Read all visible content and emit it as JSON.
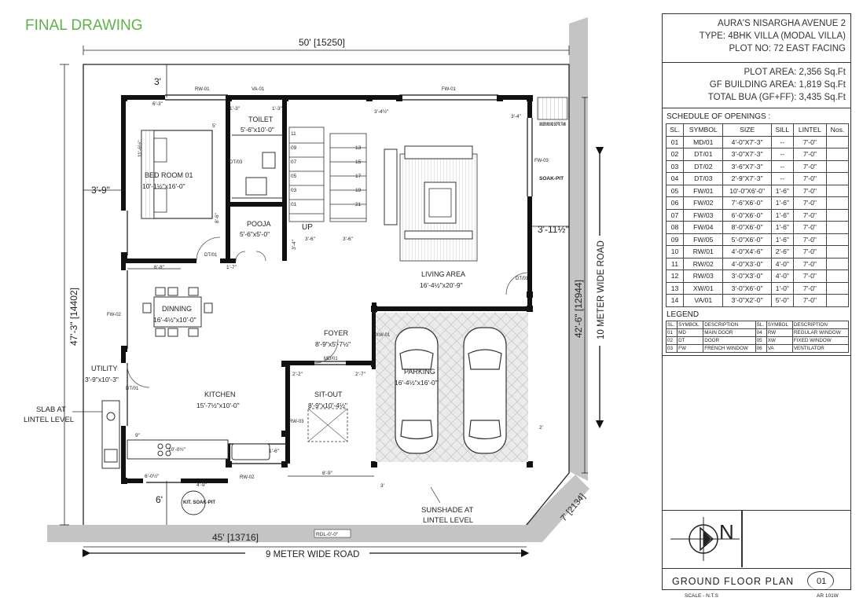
{
  "drawing_status": "FINAL DRAWING",
  "project": {
    "name": "AURA'S NISARGHA AVENUE 2",
    "type": "TYPE: 4BHK VILLA (MODAL VILLA)",
    "plot": "PLOT NO: 72 EAST FACING"
  },
  "areas": {
    "plot_area": "PLOT AREA: 2,356 Sq.Ft",
    "gf_area": "GF BUILDING AREA: 1,819 Sq.Ft",
    "total_bua": "TOTAL BUA (GF+FF): 3,435 Sq.Ft"
  },
  "schedule": {
    "title": "SCHEDULE OF OPENINGS :",
    "headers": [
      "SL.",
      "SYMBOL",
      "SIZE",
      "SILL",
      "LINTEL",
      "Nos."
    ],
    "rows": [
      [
        "01",
        "MD/01",
        "4'-0\"X7'-3\"",
        "--",
        "7'-0\"",
        ""
      ],
      [
        "02",
        "DT/01",
        "3'-0\"X7'-3\"",
        "--",
        "7'-0\"",
        ""
      ],
      [
        "03",
        "DT/02",
        "3'-6\"X7'-3\"",
        "--",
        "7'-0\"",
        ""
      ],
      [
        "04",
        "DT/03",
        "2'-9\"X7'-3\"",
        "--",
        "7'-0\"",
        ""
      ],
      [
        "05",
        "FW/01",
        "10'-0\"X6'-0\"",
        "1'-6\"",
        "7'-0\"",
        ""
      ],
      [
        "06",
        "FW/02",
        "7'-6\"X6'-0\"",
        "1'-6\"",
        "7'-0\"",
        ""
      ],
      [
        "07",
        "FW/03",
        "6'-0\"X6'-0\"",
        "1'-6\"",
        "7'-0\"",
        ""
      ],
      [
        "08",
        "FW/04",
        "8'-0\"X6'-0\"",
        "1'-6\"",
        "7'-0\"",
        ""
      ],
      [
        "09",
        "FW/05",
        "5'-0\"X6'-0\"",
        "1'-6\"",
        "7'-0\"",
        ""
      ],
      [
        "10",
        "RW/01",
        "4'-0\"X4'-6\"",
        "2'-6\"",
        "7'-0\"",
        ""
      ],
      [
        "11",
        "RW/02",
        "4'-0\"X3'-0\"",
        "4'-0\"",
        "7'-0\"",
        ""
      ],
      [
        "12",
        "RW/03",
        "3'-0\"X3'-0\"",
        "4'-0\"",
        "7'-0\"",
        ""
      ],
      [
        "13",
        "XW/01",
        "3'-0\"X6'-0\"",
        "1'-0\"",
        "7'-0\"",
        ""
      ],
      [
        "14",
        "VA/01",
        "3'-0\"X2'-0\"",
        "5'-0\"",
        "7'-0\"",
        ""
      ]
    ]
  },
  "legend": {
    "title": "LEGEND",
    "headers": [
      "SL.",
      "SYMBOL",
      "DESCRIPTION",
      "SL.",
      "SYMBOL",
      "DESCRIPTION"
    ],
    "rows": [
      [
        "01",
        "MD",
        "MAIN DOOR",
        "04",
        "RW",
        "REGULAR WINDOW"
      ],
      [
        "02",
        "DT",
        "DOOR",
        "05",
        "XW",
        "FIXED WINDOW"
      ],
      [
        "03",
        "FW",
        "FRENCH WINDOW",
        "06",
        "VA",
        "VENTILATOR"
      ]
    ]
  },
  "north_label": "N",
  "sheet": {
    "title": "GROUND FLOOR PLAN",
    "scale": "SCALE - N.T.S",
    "number": "01",
    "id": "AR 101W"
  },
  "rooms": {
    "bedroom": {
      "name": "BED ROOM 01",
      "size": "10'-1½\"x16'-0\""
    },
    "toilet": {
      "name": "TOILET",
      "size": "5'-6\"x10'-0\""
    },
    "pooja": {
      "name": "POOJA",
      "size": "5'-6\"x5'-0\""
    },
    "living": {
      "name": "LIVING AREA",
      "size": "16'-4½\"x20'-9\""
    },
    "dinning": {
      "name": "DINNING",
      "size": "16'-4½\"x10'-0\""
    },
    "foyer": {
      "name": "FOYER",
      "size": "8'-9\"x5'-7½\""
    },
    "kitchen": {
      "name": "KITCHEN",
      "size": "15'-7½\"x10'-0\""
    },
    "utility": {
      "name": "UTILITY",
      "size": "3'-9\"x10'-3\""
    },
    "sitout": {
      "name": "SIT-OUT",
      "size": "8'-9\"x10'-4½\""
    },
    "parking": {
      "name": "PARKING",
      "size": "16'-4½\"x16'-0\""
    }
  },
  "labels": {
    "up": "UP",
    "septic": "UNDERGROUND SEPTIC TANK",
    "soak_pit": "SOAK-PIT",
    "kit_soak_pit": "KIT. SOAK-PIT",
    "slab": "SLAB AT LINTEL LEVEL",
    "sunshade": "SUNSHADE AT LINTEL LEVEL",
    "road_bottom": "9 METER WIDE ROAD",
    "road_right": "10 METER WIDE ROAD",
    "rdl": "RDL-0'-0\""
  },
  "dimensions": {
    "top": "50' [15250]",
    "bottom": "45' [13716]",
    "left": "47'-3\" [14402]",
    "right": "42'-6\" [12944]",
    "corner": "7' [2134]",
    "setback_top": "3'",
    "setback_left": "3'-9\"",
    "setback_right": "3'-11½\"",
    "setback_bottom": "6'"
  },
  "opening_tags": {
    "rw01": "RW-01",
    "va01": "VA-01",
    "fw01": "FW-01",
    "fw03": "FW-03",
    "fw02": "FW-02",
    "rw03": "RW-03",
    "rw02": "RW-02",
    "xw01": "XW-01",
    "dt01_a": "DT/01",
    "dt01_b": "DT/01",
    "dt01_c": "DT/01",
    "dt03": "DT/03",
    "md01": "MD/01"
  },
  "stair_numbers": [
    "11",
    "09",
    "07",
    "05",
    "03",
    "01",
    "13",
    "15",
    "17",
    "19",
    "21"
  ],
  "small_dims": {
    "d1": "6'-3\"",
    "d2": "1'-3\"",
    "d3": "1'-3\"",
    "d4": "3'-4½\"",
    "d5": "3'-4\"",
    "d6": "6'-8\"",
    "d7": "1'-7\"",
    "d8": "3'-6\"",
    "d9": "3'-6\"",
    "d10": "2'-2\"",
    "d11": "2'-7\"",
    "d12": "10'-0½\"",
    "d13": "6'-0½\"",
    "d14": "4'-9\"",
    "d15": "8'-9\"",
    "d16": "1'-6\"",
    "d17": "2'",
    "d18": "3'",
    "d19": "11'-6½\"",
    "d20": "8'-6\"",
    "d21": "3'-4\"",
    "d22": "9\"",
    "d23": "5'"
  }
}
